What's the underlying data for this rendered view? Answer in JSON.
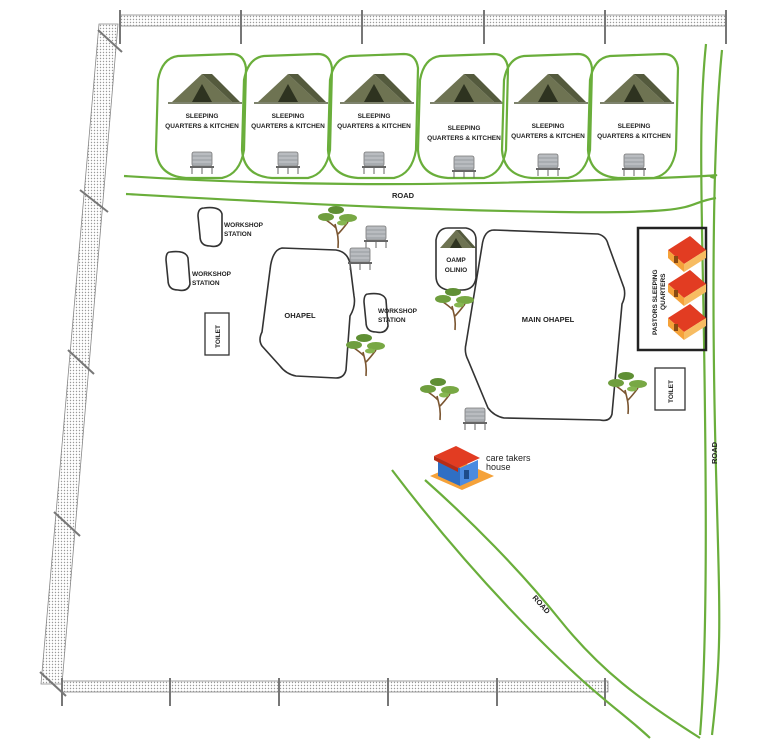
{
  "colors": {
    "road_green": "#6aae3b",
    "fence_gray": "#888888",
    "tent_olive": "#6e7352",
    "roof_red": "#e23c22",
    "wall_orange": "#f5a23a",
    "house_blue": "#2f6fc4",
    "outline": "#333333"
  },
  "sleeping_quarters": [
    {
      "line1": "SLEEPING",
      "line2": "QUARTERS & KITCHEN"
    },
    {
      "line1": "SLEEPING",
      "line2": "QUARTERS & KITCHEN"
    },
    {
      "line1": "SLEEPING",
      "line2": "QUARTERS & KITCHEN"
    },
    {
      "line1": "SLEEPING",
      "line2": "QUARTERS & KITCHEN"
    },
    {
      "line1": "SLEEPING",
      "line2": "QUARTERS & KITCHEN"
    },
    {
      "line1": "SLEEPING",
      "line2": "QUARTERS & KITCHEN"
    }
  ],
  "roads": {
    "top": "ROAD",
    "right": "ROAD",
    "diagonal": "ROAD"
  },
  "workshops": [
    {
      "line1": "WORKSHOP",
      "line2": "STATION"
    },
    {
      "line1": "WORKSHOP",
      "line2": "STATION"
    },
    {
      "line1": "WORKSHOP",
      "line2": "STATION"
    }
  ],
  "chapel": "OHAPEL",
  "main_chapel": "MAIN OHAPEL",
  "camp_office": {
    "line1": "OAMP",
    "line2": "OLINIO"
  },
  "toilets": [
    "TOILET",
    "TOILET"
  ],
  "pastors": {
    "line1": "PASTORS SLEEPING",
    "line2": "QUARTERS"
  },
  "caretaker": {
    "line1": "care takers",
    "line2": "house"
  },
  "icons": [
    "tent-icon",
    "water-tank-icon",
    "tree-icon",
    "hut-icon",
    "house-icon",
    "fence-post-icon"
  ]
}
